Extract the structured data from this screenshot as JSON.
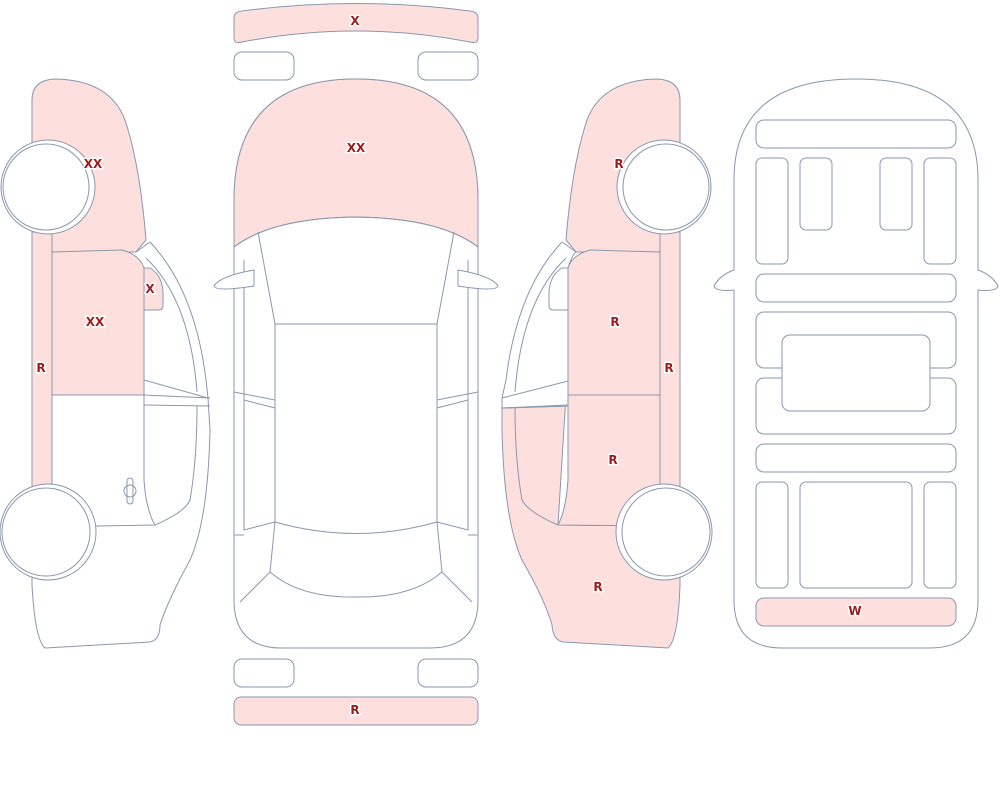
{
  "colors": {
    "damaged_fill": "#fde0de",
    "outline": "#8a97ad",
    "mark_text": "#9b1c1c",
    "background": "#ffffff"
  },
  "views": {
    "left_side": {
      "front_fender": "XX",
      "front_door": "XX",
      "mirror": "X",
      "rocker_panel": "R"
    },
    "top": {
      "front_bumper": "X",
      "hood": "XX",
      "rear_bumper": "R"
    },
    "right_side": {
      "front_fender": "R",
      "front_door": "R",
      "rocker_panel": "R",
      "rear_door": "R",
      "rear_quarter": "R"
    },
    "underbody": {
      "rear_crossmember": "W"
    }
  }
}
